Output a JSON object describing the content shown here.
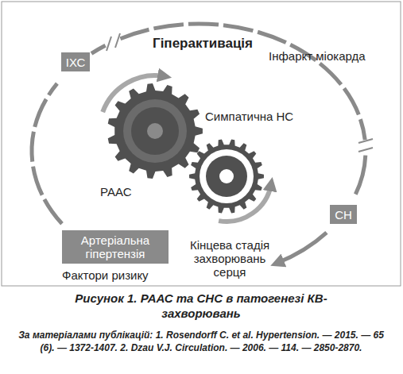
{
  "diagram": {
    "caption": "Рисунок 1. РААС та СНС в патогенезі КВ-захворювань",
    "nodes": [
      {
        "text": [
          "ІХС"
        ]
      },
      {
        "text": [
          "СН"
        ]
      },
      {
        "text": [
          "Артеріальна гіпертензія"
        ]
      }
    ],
    "labels": [
      "Гіперактивація",
      "Інфаркт міокарда",
      "Симпатична НС",
      "РААС",
      "Кінцева стадія захворювань серця",
      "Фактори ризику",
      "За матеріалами публікацій: 1. Rosendorff C. et al. Hypertension. — 2015. — 65 (6). — 1372-1407. 2. Dzau V.J. Circulation. — 2006. — 114. — 2850-2870."
    ]
  }
}
